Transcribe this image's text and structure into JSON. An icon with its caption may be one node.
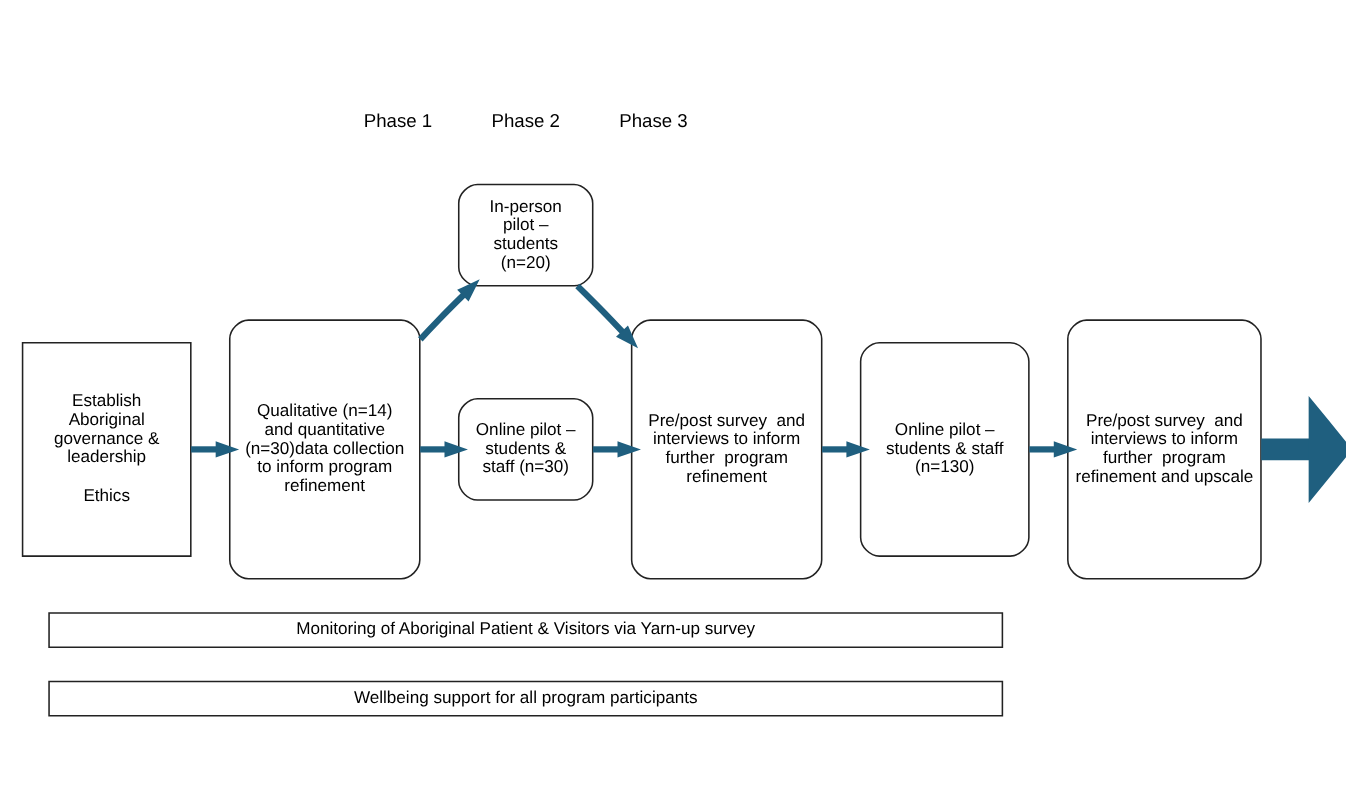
{
  "diagram": {
    "nodes": [
      {
        "text": [
          "Establish Aboriginal governance & leadership",
          "Ethics"
        ]
      },
      {
        "text": [
          "Qualitative (n=14)  and quantitative (n=30)data collection to inform program refinement"
        ]
      },
      {
        "text": [
          "In-person pilot – students (n=20)"
        ]
      },
      {
        "text": [
          "Online pilot – students & staff (n=30)"
        ]
      },
      {
        "text": [
          "Pre/post survey  and interviews to inform further  program refinement"
        ]
      },
      {
        "text": [
          "Online pilot – students & staff (n=130)"
        ]
      },
      {
        "text": [
          "Pre/post survey  and interviews to inform further  program refinement and upscale"
        ]
      },
      {
        "text": [
          "Monitoring of Aboriginal Patient & Visitors via Yarn-up survey"
        ]
      },
      {
        "text": [
          "Wellbeing support for all program participants"
        ]
      }
    ],
    "edges": [
      {
        "from": 0,
        "to": 1,
        "arrow": "to"
      },
      {
        "from": 1,
        "to": 2,
        "arrow": "to"
      },
      {
        "from": 1,
        "to": 3,
        "arrow": "to"
      },
      {
        "from": 2,
        "to": 4,
        "arrow": "to"
      },
      {
        "from": 3,
        "to": 4,
        "arrow": "to"
      },
      {
        "from": 4,
        "to": 5,
        "arrow": "to"
      },
      {
        "from": 5,
        "to": 6,
        "arrow": "to"
      },
      {
        "from": 6,
        "to": null,
        "arrow": "to",
        "style": "thick"
      }
    ],
    "labels": [
      "Phase 1",
      "Phase 2",
      "Phase 3"
    ]
  }
}
